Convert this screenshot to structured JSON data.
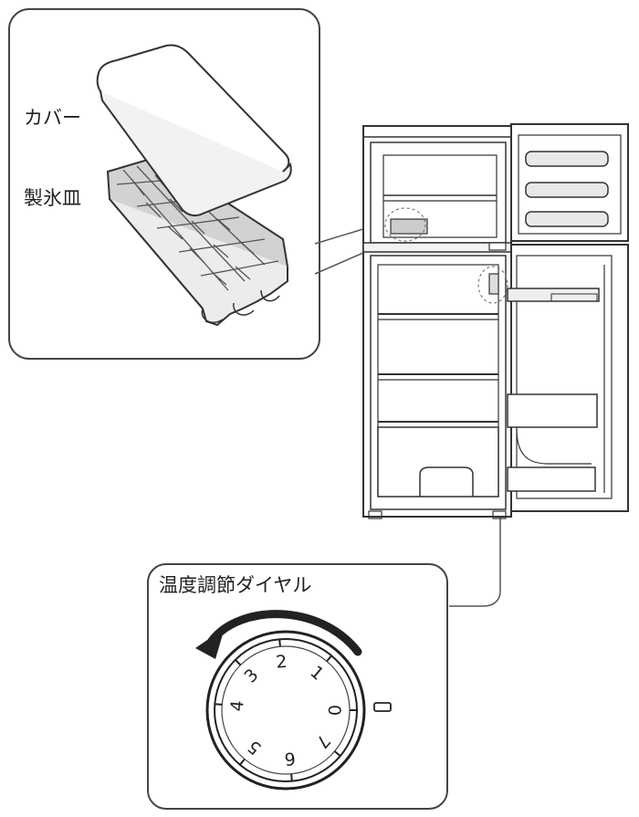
{
  "labels": {
    "cover": "カバー",
    "ice_tray": "製氷皿",
    "temp_dial": "温度調節ダイヤル"
  },
  "dial": {
    "numbers": [
      "0",
      "1",
      "2",
      "3",
      "4",
      "5",
      "6",
      "7"
    ],
    "off_mark": "0"
  },
  "colors": {
    "line": "#333333",
    "shelf_fill": "#e6e6e6",
    "tray_fill": "#cfcfcf"
  }
}
